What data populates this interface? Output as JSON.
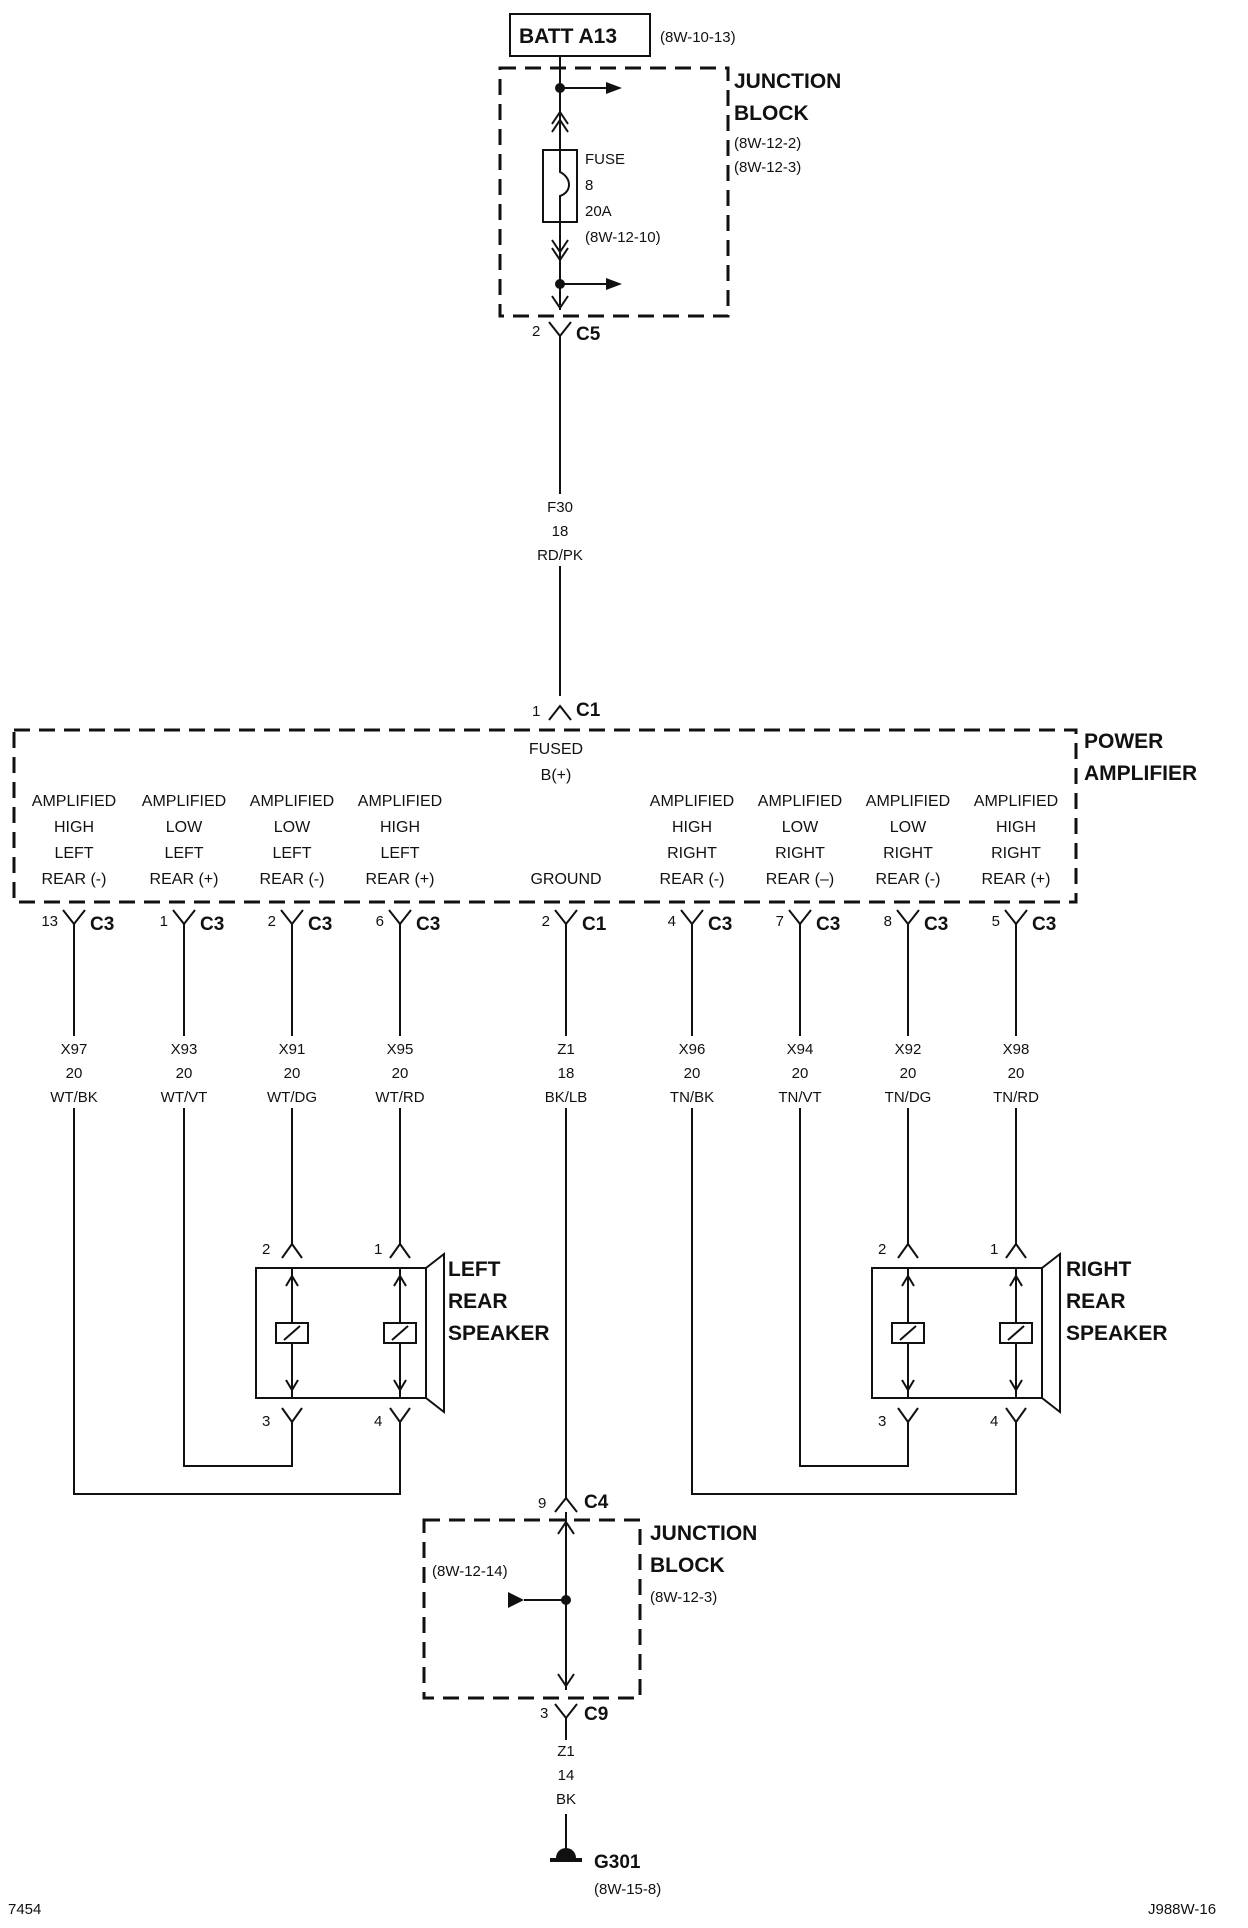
{
  "battery": {
    "label": "BATT A13",
    "ref": "(8W-10-13)"
  },
  "junction_top": {
    "title1": "JUNCTION",
    "title2": "BLOCK",
    "ref1": "(8W-12-2)",
    "ref2": "(8W-12-3)"
  },
  "fuse": {
    "l1": "FUSE",
    "l2": "8",
    "l3": "20A",
    "l4": "(8W-12-10)"
  },
  "c5": {
    "pin": "2",
    "name": "C5"
  },
  "f30": {
    "circuit": "F30",
    "gauge": "18",
    "color": "RD/PK"
  },
  "c1_in": {
    "pin": "1",
    "name": "C1"
  },
  "amp": {
    "title1": "POWER",
    "title2": "AMPLIFIER",
    "fused1": "FUSED",
    "fused2": "B(+)",
    "terminals": [
      {
        "l1": "AMPLIFIED",
        "l2": "HIGH",
        "l3": "LEFT",
        "l4": "REAR (-)",
        "pin": "13",
        "conn": "C3",
        "wire": "X97",
        "gauge": "20",
        "color": "WT/BK"
      },
      {
        "l1": "AMPLIFIED",
        "l2": "LOW",
        "l3": "LEFT",
        "l4": "REAR (+)",
        "pin": "1",
        "conn": "C3",
        "wire": "X93",
        "gauge": "20",
        "color": "WT/VT"
      },
      {
        "l1": "AMPLIFIED",
        "l2": "LOW",
        "l3": "LEFT",
        "l4": "REAR (-)",
        "pin": "2",
        "conn": "C3",
        "wire": "X91",
        "gauge": "20",
        "color": "WT/DG"
      },
      {
        "l1": "AMPLIFIED",
        "l2": "HIGH",
        "l3": "LEFT",
        "l4": "REAR (+)",
        "pin": "6",
        "conn": "C3",
        "wire": "X95",
        "gauge": "20",
        "color": "WT/RD"
      },
      {
        "l1": "",
        "l2": "",
        "l3": "",
        "l4": "GROUND",
        "pin": "2",
        "conn": "C1",
        "wire": "Z1",
        "gauge": "18",
        "color": "BK/LB"
      },
      {
        "l1": "AMPLIFIED",
        "l2": "HIGH",
        "l3": "RIGHT",
        "l4": "REAR (-)",
        "pin": "4",
        "conn": "C3",
        "wire": "X96",
        "gauge": "20",
        "color": "TN/BK"
      },
      {
        "l1": "AMPLIFIED",
        "l2": "LOW",
        "l3": "RIGHT",
        "l4": "REAR (–)",
        "pin": "7",
        "conn": "C3",
        "wire": "X94",
        "gauge": "20",
        "color": "TN/VT"
      },
      {
        "l1": "AMPLIFIED",
        "l2": "LOW",
        "l3": "RIGHT",
        "l4": "REAR (-)",
        "pin": "8",
        "conn": "C3",
        "wire": "X92",
        "gauge": "20",
        "color": "TN/DG"
      },
      {
        "l1": "AMPLIFIED",
        "l2": "HIGH",
        "l3": "RIGHT",
        "l4": "REAR (+)",
        "pin": "5",
        "conn": "C3",
        "wire": "X98",
        "gauge": "20",
        "color": "TN/RD"
      }
    ]
  },
  "left_speaker": {
    "l1": "LEFT",
    "l2": "REAR",
    "l3": "SPEAKER",
    "pin_tl": "2",
    "pin_tr": "1",
    "pin_bl": "3",
    "pin_br": "4"
  },
  "right_speaker": {
    "l1": "RIGHT",
    "l2": "REAR",
    "l3": "SPEAKER",
    "pin_tl": "2",
    "pin_tr": "1",
    "pin_bl": "3",
    "pin_br": "4"
  },
  "c4": {
    "pin": "9",
    "name": "C4"
  },
  "junction_bottom": {
    "title1": "JUNCTION",
    "title2": "BLOCK",
    "ref": "(8W-12-3)",
    "splice_ref": "(8W-12-14)"
  },
  "c9": {
    "pin": "3",
    "name": "C9"
  },
  "z1_out": {
    "circuit": "Z1",
    "gauge": "14",
    "color": "BK"
  },
  "ground": {
    "name": "G301",
    "ref": "(8W-15-8)"
  },
  "footer": {
    "left": "7454",
    "right": "J988W-16"
  }
}
